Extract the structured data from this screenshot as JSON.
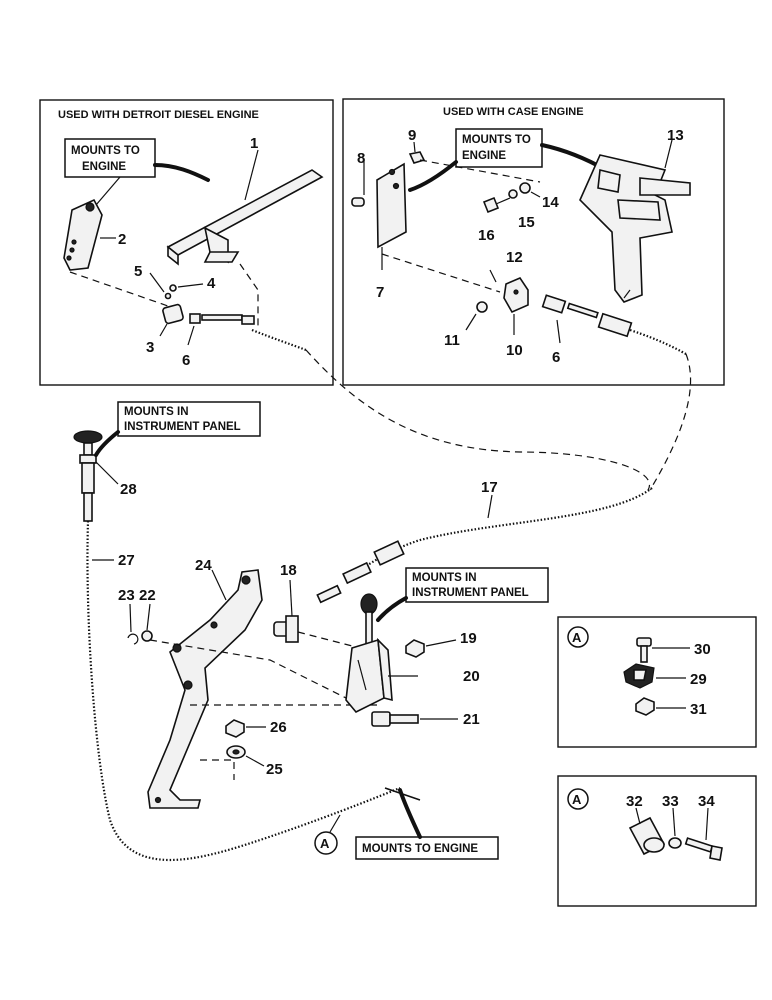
{
  "panels": {
    "detroit": {
      "title": "USED WITH DETROIT DIESEL ENGINE"
    },
    "case": {
      "title": "USED WITH CASE ENGINE"
    }
  },
  "callouts": {
    "detroit_mount": [
      "MOUNTS TO",
      "ENGINE"
    ],
    "case_mount": [
      "MOUNTS TO",
      "ENGINE"
    ],
    "panel_mount_left": [
      "MOUNTS IN",
      "INSTRUMENT PANEL"
    ],
    "panel_mount_right": [
      "MOUNTS IN",
      "INSTRUMENT PANEL"
    ],
    "engine_mount_bottom": [
      "MOUNTS TO ENGINE"
    ]
  },
  "detail_marker": "A",
  "part_numbers": {
    "p1": "1",
    "p2": "2",
    "p3": "3",
    "p4": "4",
    "p5": "5",
    "p6a": "6",
    "p7": "7",
    "p8": "8",
    "p9": "9",
    "p10": "10",
    "p11": "11",
    "p12": "12",
    "p13": "13",
    "p14": "14",
    "p15": "15",
    "p16": "16",
    "p6b": "6",
    "p17": "17",
    "p18": "18",
    "p19": "19",
    "p20": "20",
    "p21": "21",
    "p22": "22",
    "p23": "23",
    "p24": "24",
    "p25": "25",
    "p26": "26",
    "p27": "27",
    "p28": "28",
    "p29": "29",
    "p30": "30",
    "p31": "31",
    "p32": "32",
    "p33": "33",
    "p34": "34"
  }
}
